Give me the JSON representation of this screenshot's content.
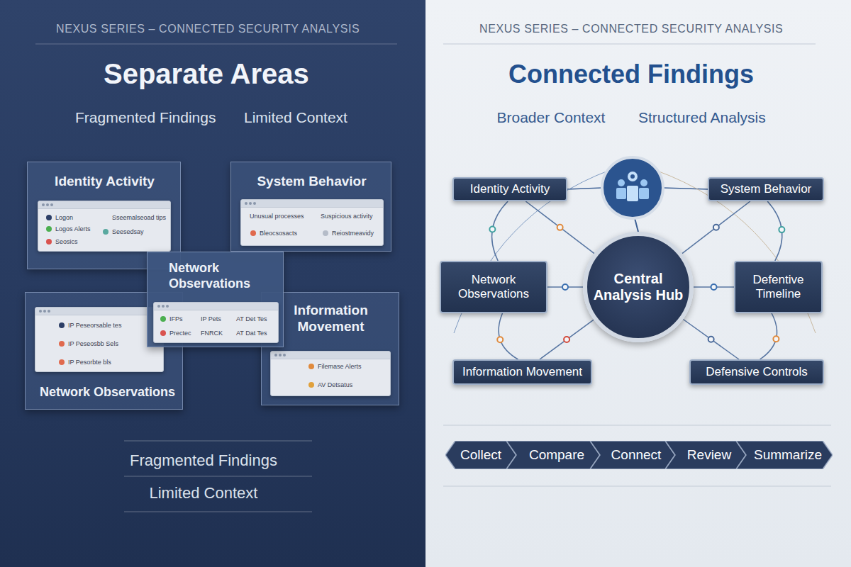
{
  "diagram": {
    "nodes": [
      {
        "text": [
          "Identity Activity"
        ]
      },
      {
        "text": [
          "Logon",
          "Sseemalseoad tips",
          "Logos Alerts",
          "Seesedsay",
          "Seosics"
        ],
        "in": 0
      },
      {
        "text": [
          "System Behavior"
        ]
      },
      {
        "text": [
          "Unusual processes",
          "Suspicious activity",
          "Bleocsosacts",
          "Reiostmeavidy"
        ],
        "in": 2
      },
      {
        "text": [
          "Network Observations"
        ]
      },
      {
        "text": [
          "IFPs",
          "IP Pets",
          "AT Det Tes",
          "Prectec",
          "FNRCK",
          "AT Dat Tes"
        ],
        "in": 4
      },
      {
        "text": [
          "Information Movement"
        ]
      },
      {
        "text": [
          "Filemase Alerts",
          "AV Detsatus"
        ],
        "in": 6
      },
      {
        "text": [
          "Network Observations"
        ]
      },
      {
        "text": [
          "IP Peseorsable tes",
          "IP Peseosbb Sels",
          "IP Pesorbte bls"
        ],
        "in": 8
      },
      {
        "text": [
          "Identity Activity"
        ]
      },
      {
        "text": [
          "System Behavior"
        ]
      },
      {
        "text": [
          "Central Analysis Hub"
        ]
      },
      {
        "text": [
          "Network Observations"
        ]
      },
      {
        "text": [
          "Defentive Timeline"
        ]
      },
      {
        "text": [
          "Information Movement"
        ]
      },
      {
        "text": [
          "Defensive Controls"
        ]
      },
      {
        "text": [
          "Collect"
        ]
      },
      {
        "text": [
          "Compare"
        ]
      },
      {
        "text": [
          "Connect"
        ]
      },
      {
        "text": [
          "Review"
        ]
      },
      {
        "text": [
          "Summarize"
        ]
      }
    ],
    "edges": [
      {
        "from": 12,
        "to": 10,
        "arrow": "none"
      },
      {
        "from": 12,
        "to": 11,
        "arrow": "none"
      },
      {
        "from": 12,
        "to": 13,
        "arrow": "none"
      },
      {
        "from": 12,
        "to": 14,
        "arrow": "none"
      },
      {
        "from": 12,
        "to": 15,
        "arrow": "none"
      },
      {
        "from": 12,
        "to": 16,
        "arrow": "none"
      },
      {
        "from": 10,
        "to": 13,
        "arrow": "none"
      },
      {
        "from": 13,
        "to": 15,
        "arrow": "none"
      },
      {
        "from": 11,
        "to": 14,
        "arrow": "none"
      },
      {
        "from": 14,
        "to": 16,
        "arrow": "none"
      }
    ],
    "labels": [
      "NEXUS SERIES – CONNECTED SECURITY ANALYSIS",
      "NEXUS SERIES – CONNECTED SECURITY ANALYSIS",
      "Separate Areas",
      "Connected Findings",
      "Fragmented Findings",
      "Limited Context",
      "Broader Context",
      "Structured Analysis",
      "Fragmented Findings",
      "Limited Context"
    ]
  }
}
